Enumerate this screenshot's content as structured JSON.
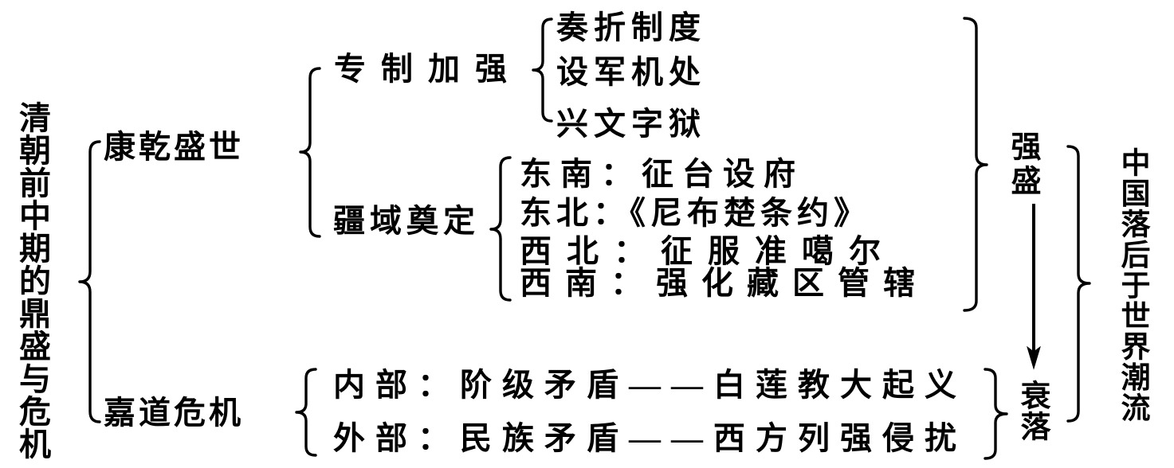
{
  "diagram": {
    "root_label": "清朝前中期的鼎盛与危机",
    "branch_prosperity": {
      "label": "康乾盛世",
      "sub_autocracy": {
        "label": "专制加强",
        "items": [
          "奏折制度",
          "设军机处",
          "兴文字狱"
        ]
      },
      "sub_territory": {
        "label": "疆域奠定",
        "items": [
          "东南：征台设府",
          "东北：《尼布楚条约》",
          "西北：征服准噶尔",
          "西南：强化藏区管辖"
        ]
      },
      "outcome": "强盛"
    },
    "branch_crisis": {
      "label": "嘉道危机",
      "items": [
        "内部：阶级矛盾——白莲教大起义",
        "外部：民族矛盾——西方列强侵扰"
      ],
      "outcome": "衰落"
    },
    "conclusion_label": "中国落后于世界潮流"
  },
  "colors": {
    "ink": "#000000",
    "background": "#ffffff"
  }
}
